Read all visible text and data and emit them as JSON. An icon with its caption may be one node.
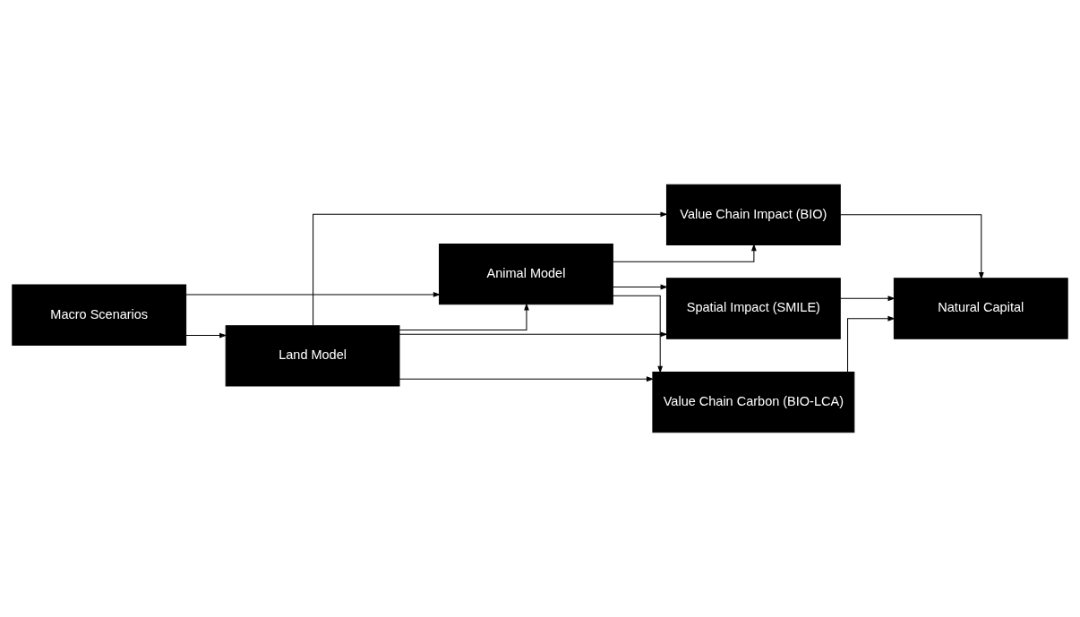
{
  "diagram": {
    "nodes": [
      {
        "text": [
          "Macro Scenarios"
        ]
      },
      {
        "text": [
          "Land Model"
        ]
      },
      {
        "text": [
          "Animal Model"
        ]
      },
      {
        "text": [
          "Value Chain Impact (BIO)"
        ]
      },
      {
        "text": [
          "Value Chain Carbon (BIO-LCA)"
        ]
      },
      {
        "text": [
          "Spatial Impact (SMILE)"
        ]
      },
      {
        "text": [
          "Natural Capital"
        ]
      }
    ],
    "edges": [
      {
        "from": 0,
        "to": 1,
        "arrow": "to"
      },
      {
        "from": 0,
        "to": 2,
        "arrow": "to"
      },
      {
        "from": 1,
        "to": 2,
        "arrow": "to"
      },
      {
        "from": 1,
        "to": 3,
        "arrow": "to"
      },
      {
        "from": 1,
        "to": 4,
        "arrow": "to"
      },
      {
        "from": 1,
        "to": 5,
        "arrow": "to"
      },
      {
        "from": 2,
        "to": 3,
        "arrow": "to"
      },
      {
        "from": 2,
        "to": 4,
        "arrow": "to"
      },
      {
        "from": 2,
        "to": 5,
        "arrow": "to"
      },
      {
        "from": 3,
        "to": 6,
        "arrow": "to"
      },
      {
        "from": 4,
        "to": 6,
        "arrow": "to"
      },
      {
        "from": 5,
        "to": 6,
        "arrow": "to"
      }
    ]
  }
}
